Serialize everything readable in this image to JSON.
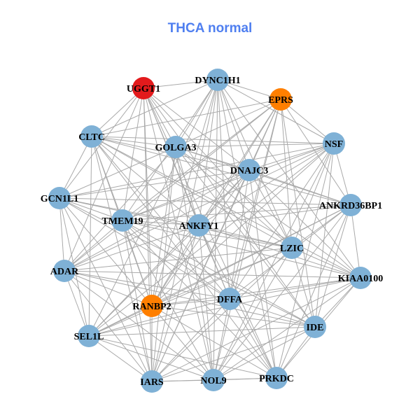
{
  "title": "THCA normal",
  "colors": {
    "default": "#7fb1d6",
    "red": "#e31a1c",
    "orange": "#ff7f00",
    "edge": "#aaaaaa"
  },
  "nodes": [
    {
      "label": "UGGT1",
      "color": "red"
    },
    {
      "label": "DYNC1H1",
      "color": "default"
    },
    {
      "label": "EPRS",
      "color": "orange"
    },
    {
      "label": "CLTC",
      "color": "default"
    },
    {
      "label": "GOLGA3",
      "color": "default"
    },
    {
      "label": "NSF",
      "color": "default"
    },
    {
      "label": "DNAJC3",
      "color": "default"
    },
    {
      "label": "GCN1L1",
      "color": "default"
    },
    {
      "label": "ANKRD36BP1",
      "color": "default"
    },
    {
      "label": "TMEM19",
      "color": "default"
    },
    {
      "label": "ANKFY1",
      "color": "default"
    },
    {
      "label": "LZIC",
      "color": "default"
    },
    {
      "label": "ADAR",
      "color": "default"
    },
    {
      "label": "KIAA0100",
      "color": "default"
    },
    {
      "label": "RANBP2",
      "color": "orange"
    },
    {
      "label": "DFFA",
      "color": "default"
    },
    {
      "label": "IDE",
      "color": "default"
    },
    {
      "label": "SEL1L",
      "color": "default"
    },
    {
      "label": "IARS",
      "color": "default"
    },
    {
      "label": "NOL9",
      "color": "default"
    },
    {
      "label": "PRKDC",
      "color": "default"
    }
  ],
  "adjacency": [
    [
      1,
      3,
      4,
      6,
      7,
      9,
      10,
      11,
      12,
      14,
      15,
      16,
      18,
      19,
      20
    ],
    [
      2,
      3,
      4,
      5,
      6,
      9,
      10,
      11,
      13,
      14,
      15,
      17,
      18,
      19,
      20
    ],
    [
      3,
      4,
      5,
      6,
      8,
      9,
      10,
      11,
      12,
      14,
      15,
      16,
      18,
      19
    ],
    [
      4,
      5,
      6,
      7,
      8,
      9,
      10,
      11,
      13,
      14,
      15,
      17,
      18,
      20
    ],
    [
      5,
      6,
      7,
      8,
      10,
      11,
      12,
      13,
      14,
      16,
      18,
      19
    ],
    [
      6,
      7,
      8,
      9,
      10,
      11,
      12,
      14,
      15,
      16,
      17,
      19,
      20
    ],
    [
      7,
      8,
      9,
      10,
      11,
      12,
      13,
      14,
      15,
      17,
      18,
      20
    ],
    [
      8,
      9,
      10,
      11,
      12,
      14,
      15,
      16,
      17,
      18
    ],
    [
      9,
      10,
      11,
      13,
      14,
      15,
      16,
      17,
      19,
      20
    ],
    [
      10,
      11,
      12,
      13,
      14,
      15,
      16,
      18,
      19,
      20
    ],
    [
      11,
      12,
      13,
      14,
      15,
      17,
      18,
      19,
      20
    ],
    [
      12,
      13,
      14,
      16,
      17,
      18,
      19
    ],
    [
      13,
      14,
      15,
      16,
      17,
      18,
      19
    ],
    [
      14,
      15,
      16,
      17,
      18,
      19,
      20
    ],
    [
      15,
      16,
      17,
      18,
      19,
      20
    ],
    [
      16,
      17,
      18,
      19,
      20
    ],
    [
      17,
      18,
      19,
      20
    ],
    [
      18,
      19,
      20
    ],
    [
      19,
      20
    ],
    [
      20
    ],
    []
  ]
}
